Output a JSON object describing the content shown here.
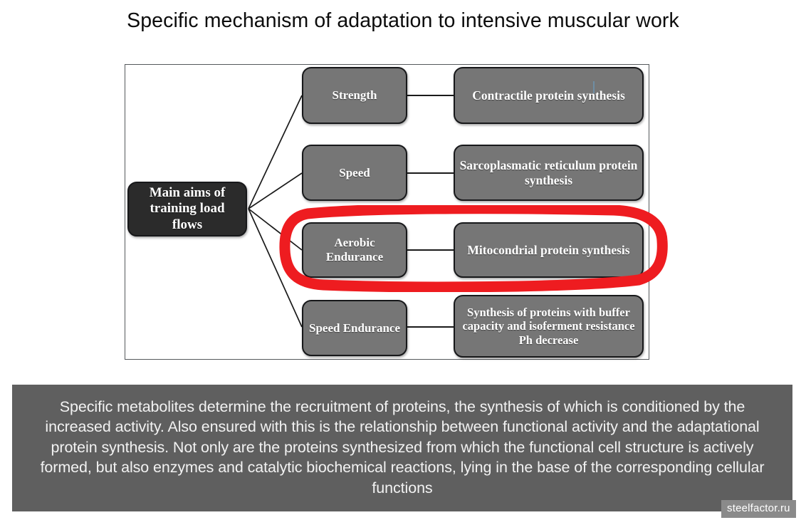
{
  "slide": {
    "title": "Specific mechanism of adaptation to intensive muscular work"
  },
  "diagram": {
    "root": {
      "label": "Main aims of training load flows"
    },
    "rows": [
      {
        "aim": "Strength",
        "result": "Contractile protein synthesis",
        "highlighted": false
      },
      {
        "aim": "Speed",
        "result": "Sarcoplasmatic reticulum protein synthesis",
        "highlighted": false
      },
      {
        "aim": "Aerobic Endurance",
        "result": "Mitocondrial protein synthesis",
        "highlighted": true
      },
      {
        "aim": "Speed Endurance",
        "result": "Synthesis of proteins with buffer capacity and isoferment resistance Ph decrease",
        "highlighted": false
      }
    ],
    "colors": {
      "root_box": "#2b2b2b",
      "node_box": "#767676",
      "node_border": "#17181a",
      "frame_border": "#55595c",
      "highlight_stroke": "#ee1c20",
      "label_text": "#ffffff"
    }
  },
  "caption": {
    "text": "Specific metabolites determine the recruitment of proteins, the synthesis of which is conditioned by the increased activity. Also ensured with this is the relationship between functional activity and the adaptational protein synthesis. Not only are the proteins synthesized from which the functional cell structure is actively formed, but also enzymes and catalytic biochemical reactions, lying in the base of the corresponding cellular functions",
    "background": "#5f5f5f",
    "text_color": "#f2f2f2"
  },
  "watermark": {
    "text": "steelfactor.ru"
  }
}
